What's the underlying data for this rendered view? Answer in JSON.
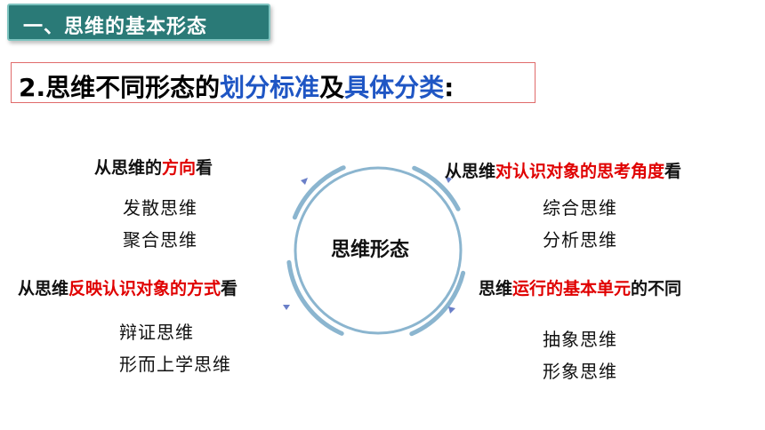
{
  "header": {
    "section_title": "一、思维的基本形态"
  },
  "subtitle": {
    "part1": "2.思维不同形态的",
    "part2": "划分标准",
    "part3": "及",
    "part4": "具体分类",
    "part5": ":"
  },
  "center": {
    "label": "思维形态"
  },
  "quadrants": {
    "top_left": {
      "heading_pre": "从思维的",
      "heading_highlight": "方向",
      "heading_post": "看",
      "items": [
        "发散思维",
        "聚合思维"
      ]
    },
    "top_right": {
      "heading_pre": "从思维",
      "heading_highlight": "对认识对象的思考角度",
      "heading_post": "看",
      "items": [
        "综合思维",
        "分析思维"
      ]
    },
    "bottom_left": {
      "heading_pre": "从思维",
      "heading_highlight": "反映认识对象的方式",
      "heading_post": "看",
      "items": [
        "辩证思维",
        "形而上学思维"
      ]
    },
    "bottom_right": {
      "heading_pre": "思维",
      "heading_highlight": "运行的基本单元",
      "heading_post": "的不同",
      "items": [
        "抽象思维",
        "形象思维"
      ]
    }
  },
  "colors": {
    "banner": "#2a7a77",
    "highlight_red": "#e00000",
    "highlight_blue": "#1f56c4",
    "ring": "#8bb5cf"
  }
}
